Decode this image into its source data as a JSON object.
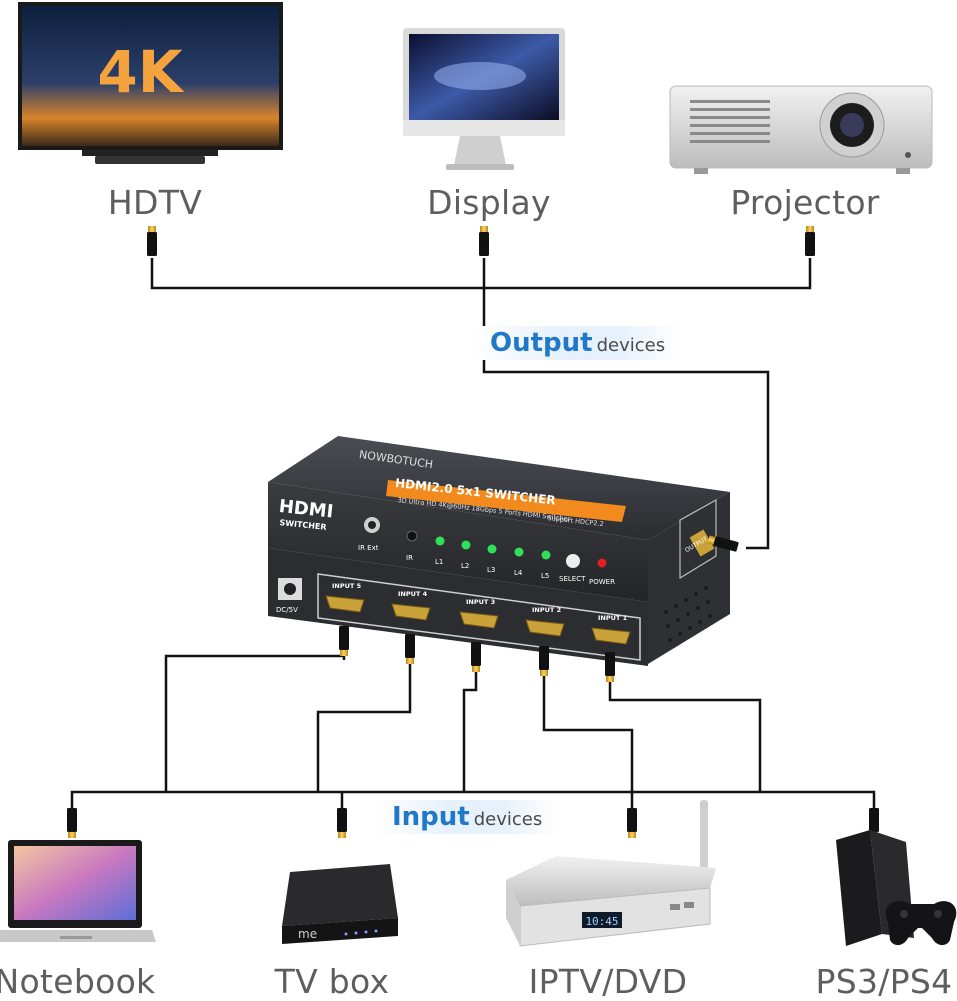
{
  "output": {
    "band_strong": "Output",
    "band_small": "devices",
    "devices": [
      {
        "label": "HDTV",
        "icon": "tv-icon",
        "badge": "4K"
      },
      {
        "label": "Display",
        "icon": "monitor-icon"
      },
      {
        "label": "Projector",
        "icon": "projector-icon"
      }
    ]
  },
  "input": {
    "band_strong": "Input",
    "band_small": "devices",
    "devices": [
      {
        "label": "Notebook",
        "icon": "laptop-icon"
      },
      {
        "label": "TV box",
        "icon": "tv-box-icon",
        "brand": "me"
      },
      {
        "label": "IPTV/DVD",
        "icon": "iptv-box-icon",
        "display": "10:45"
      },
      {
        "label": "PS3/PS4",
        "icon": "game-console-icon"
      }
    ]
  },
  "switcher": {
    "brand": "NOWBOTUCH",
    "banner": "HDMI2.0 5x1 SWITCHER",
    "subtitle_1": "3D Ultra HD 4K@60Hz 18Gbps 5 Ports HDMI Switcher",
    "subtitle_2": "Support HDCP2.2",
    "logo_main": "HDMI",
    "logo_sub": "SWITCHER",
    "ir_ext": "IR Ext",
    "ir": "IR",
    "leds": [
      "L1",
      "L2",
      "L3",
      "L4",
      "L5"
    ],
    "select": "SELECT",
    "power": "POWER",
    "dc": "DC/5V",
    "output_port": "OUTPUT",
    "inputs": [
      "INPUT 5",
      "INPUT 4",
      "INPUT 3",
      "INPUT 2",
      "INPUT 1"
    ]
  },
  "colors": {
    "accent_blue": "#1f78c8",
    "banner_orange": "#f28a1e",
    "led_green": "#2ee05a",
    "power_red": "#e02020",
    "label_gray": "#5e5e5e"
  }
}
